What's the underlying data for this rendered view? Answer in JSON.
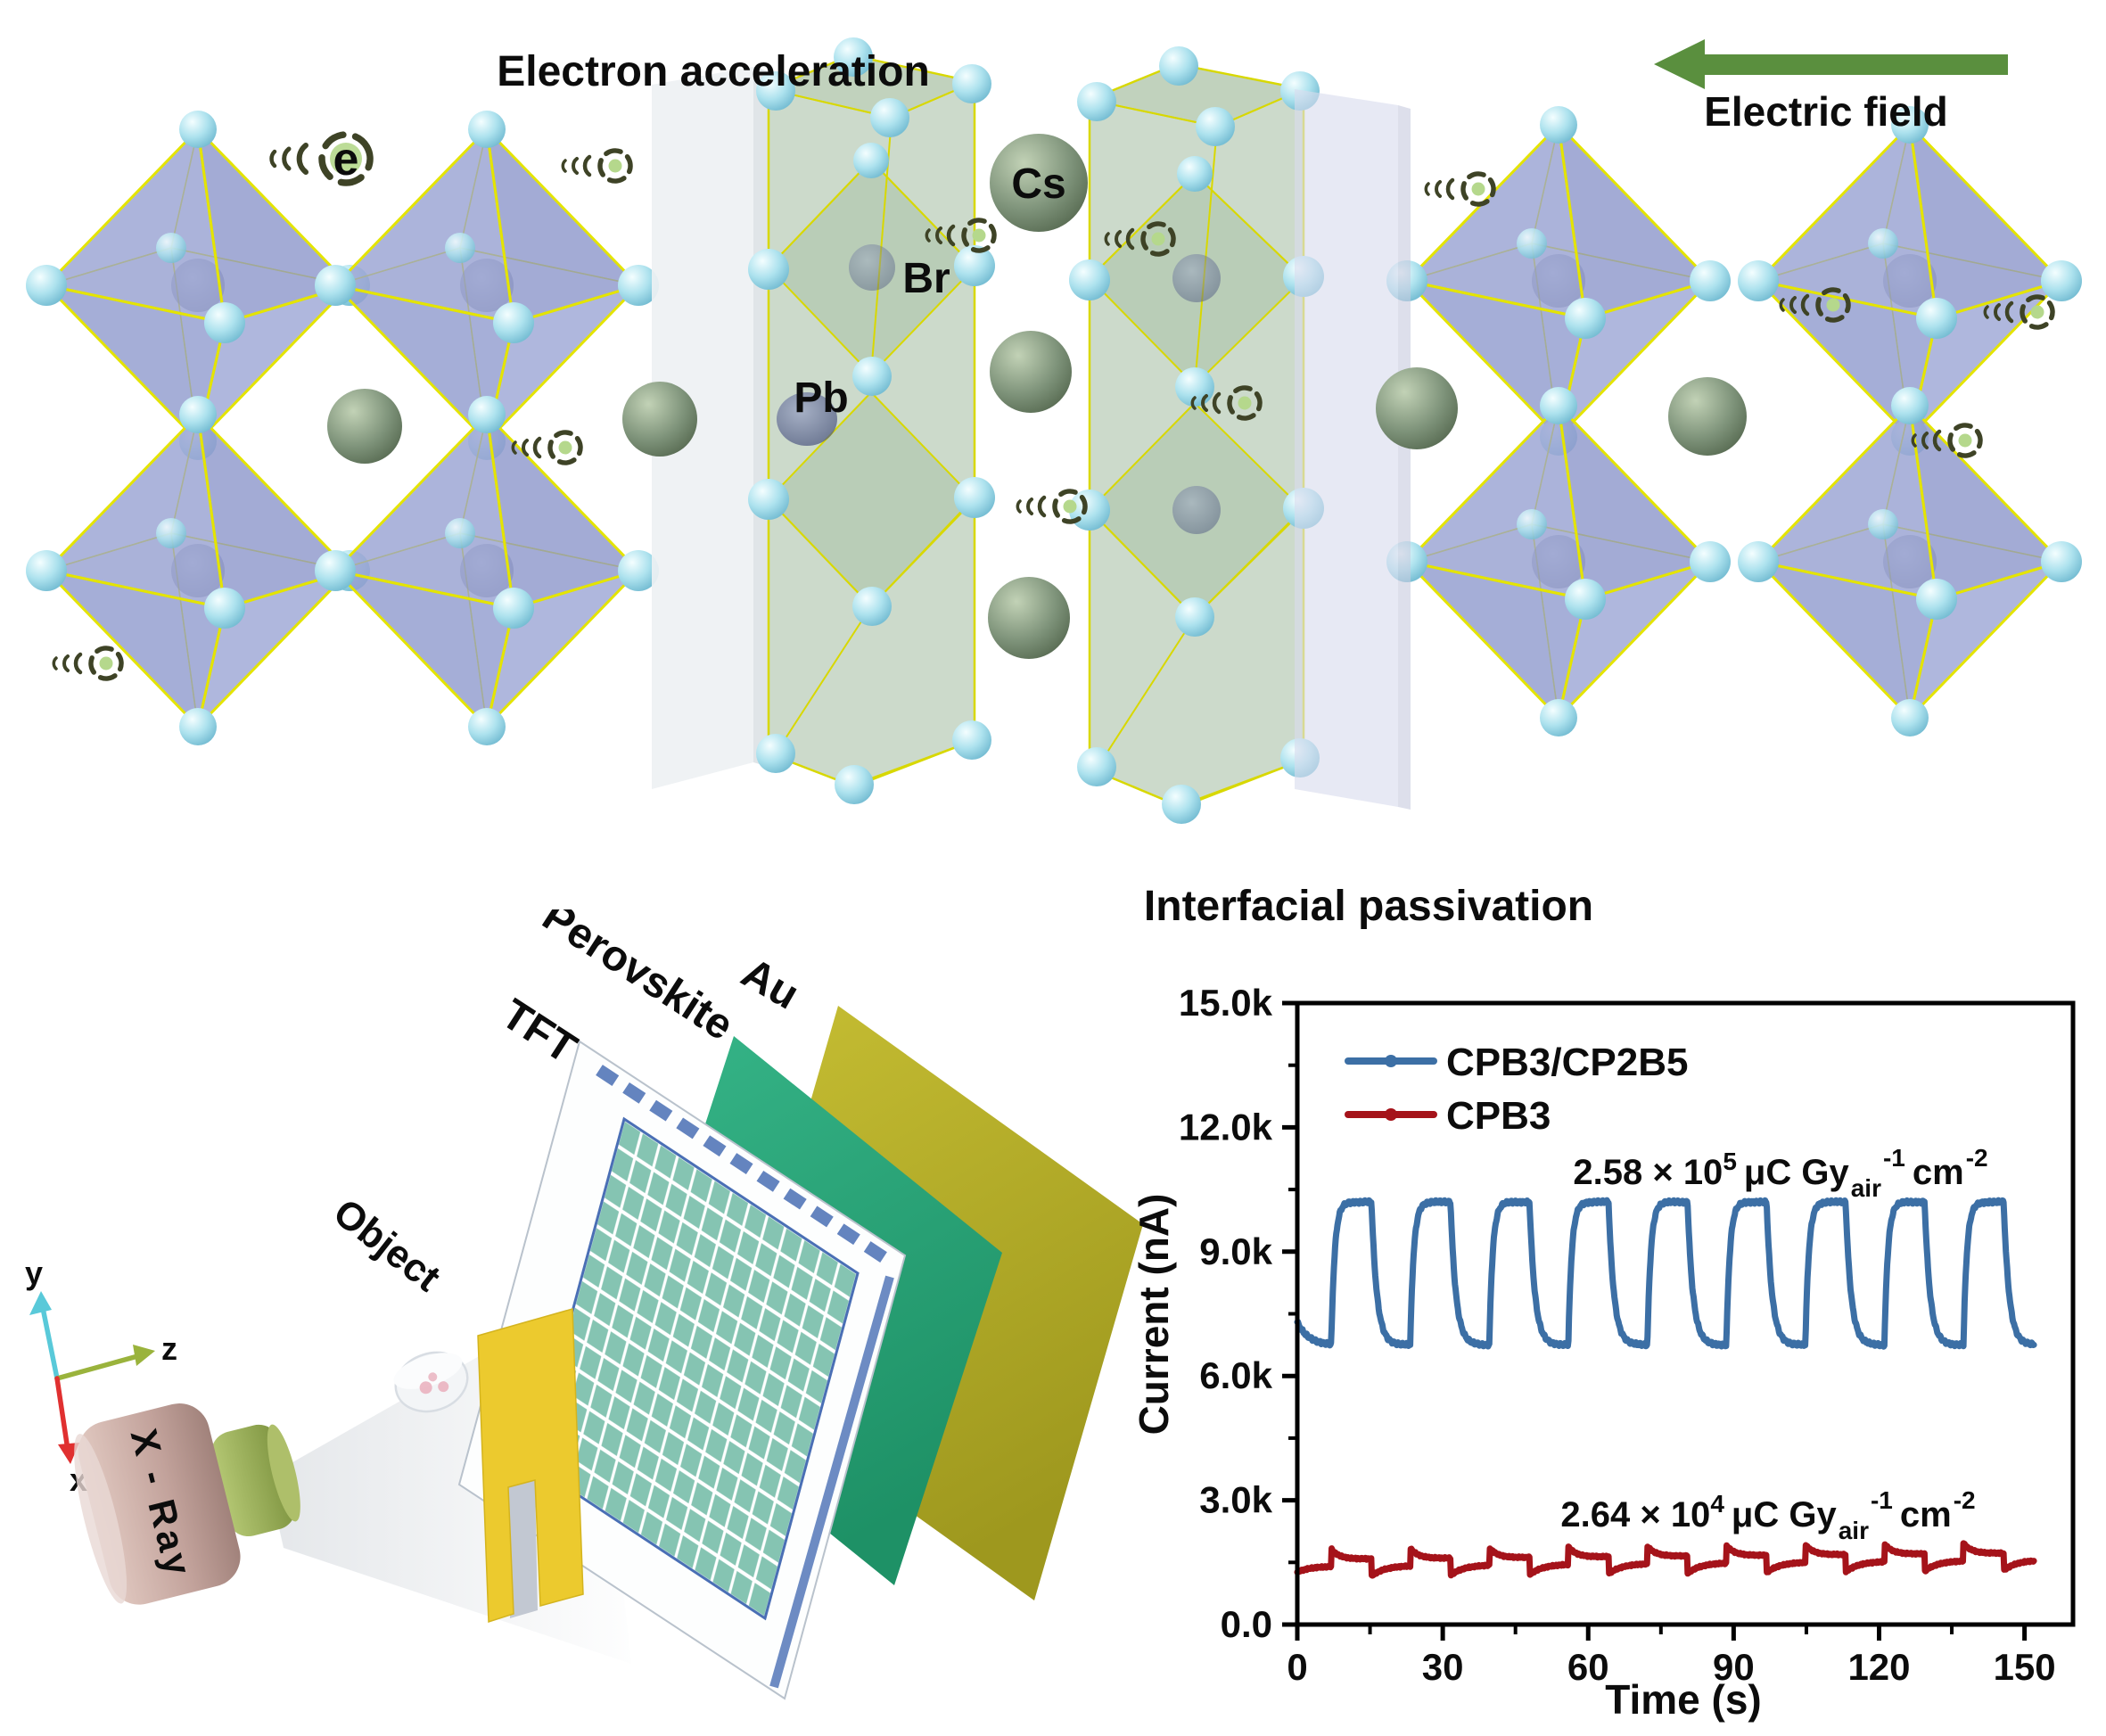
{
  "structure": {
    "electron_acceleration": "Electron acceleration",
    "electric_field": "Electric field",
    "interfacial_passivation": "Interfacial passivation",
    "cs_label": "Cs",
    "br_label": "Br",
    "pb_label": "Pb",
    "electron_label": "e"
  },
  "device": {
    "xray": "X - Ray",
    "object": "Object",
    "tft": "TFT",
    "perovskite": "Perovskite",
    "au": "Au",
    "axis_x": "x",
    "axis_y": "y",
    "axis_z": "z"
  },
  "colors": {
    "electric_field_arrow": "#5a8f3e",
    "octahedron_fill": "#99a2d1",
    "octahedron_edge": "#e4e400",
    "bromine_sphere": "#ade2ee",
    "cesium_sphere": "#7e937a",
    "lead_sphere": "#5a6490",
    "prism_fill": "#a3bca0",
    "passivation_plane_left": "#eef1f3",
    "passivation_plane_right": "#d9dcee",
    "tft_label": "#2fae6e",
    "perovskite_label": "#3a6fb0",
    "au_label": "#b0a832",
    "object_label": "#b9c85e",
    "axis_x_color": "#e03030",
    "axis_y_color": "#59c9d9",
    "axis_z_color": "#9ab33c",
    "xray_body": "#c2a29b",
    "xray_cap": "#9fb05c",
    "panel_green": "#2aa878",
    "panel_au": "#b3ab2a"
  },
  "chart_data": {
    "type": "line",
    "title": "",
    "xlabel": "Time (s)",
    "ylabel": "Current (nA)",
    "xlim": [
      0,
      160
    ],
    "ylim": [
      0,
      15000
    ],
    "xticks": [
      0,
      30,
      60,
      90,
      120,
      150
    ],
    "yticks": [
      {
        "v": 0,
        "label": "0.0"
      },
      {
        "v": 3000,
        "label": "3.0k"
      },
      {
        "v": 6000,
        "label": "6.0k"
      },
      {
        "v": 9000,
        "label": "9.0k"
      },
      {
        "v": 12000,
        "label": "12.0k"
      },
      {
        "v": 15000,
        "label": "15.0k"
      }
    ],
    "minor_x": 15,
    "minor_y": 1500,
    "grid": false,
    "legend_position": "top-left",
    "series": [
      {
        "name": "CPB3/CP2B5",
        "color": "#3c6fa5",
        "shape": "square-pulse-train",
        "baseline": 6750,
        "start_level": 7300,
        "peak": 10200,
        "t_on_first": 7.0,
        "period": 16.3,
        "on_duration": 8.3,
        "pulses": 9,
        "t_end": 152,
        "rise_tau": 0.7,
        "fall_tau": 1.1
      },
      {
        "name": "CPB3",
        "color": "#a5131a",
        "shape": "sawtooth-pulse-train",
        "base_start": 1400,
        "base_end": 1560,
        "spike": 420,
        "settle": 170,
        "dip": 250,
        "t_on_first": 7.0,
        "period": 16.3,
        "on_duration": 8.3,
        "pulses": 9,
        "t_end": 152
      }
    ],
    "annotations": [
      {
        "for": "CPB3/CP2B5",
        "prefix": "2.58 × 10",
        "exponent": "5",
        "unit": "μC Gy",
        "subscript": "air",
        "superscript1": "-1",
        "unit2": "cm",
        "superscript2": "-2"
      },
      {
        "for": "CPB3",
        "prefix": "2.64 × 10",
        "exponent": "4",
        "unit": "μC Gy",
        "subscript": "air",
        "superscript1": "-1",
        "unit2": "cm",
        "superscript2": "-2"
      }
    ]
  }
}
